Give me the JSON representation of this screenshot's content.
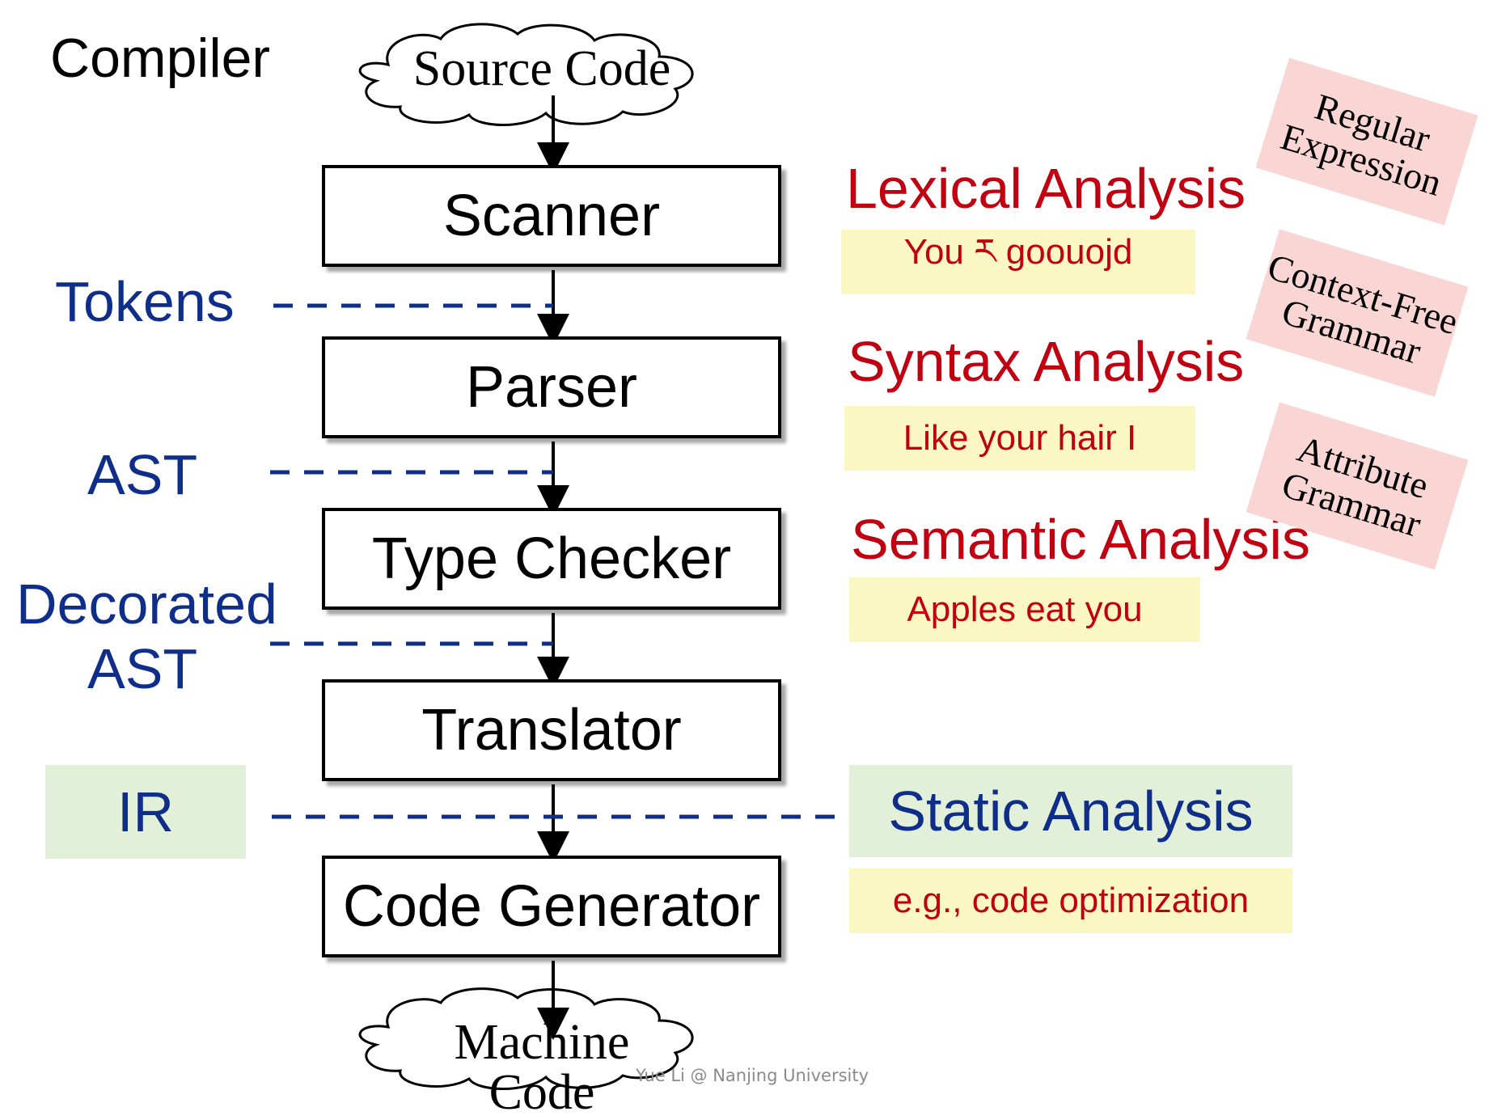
{
  "title": "Compiler",
  "source": "Source Code",
  "output": "Machine Code",
  "stages": [
    "Scanner",
    "Parser",
    "Type Checker",
    "Translator",
    "Code Generator"
  ],
  "intermediates": {
    "tokens": "Tokens",
    "ast": "AST",
    "decorated_ast_line1": "Decorated",
    "decorated_ast_line2": "AST",
    "ir": "IR"
  },
  "analyses": [
    {
      "name": "Lexical Analysis",
      "example": "You ར goouojd"
    },
    {
      "name": "Syntax Analysis",
      "example": "Like your hair I"
    },
    {
      "name": "Semantic Analysis",
      "example": "Apples eat you"
    }
  ],
  "static_analysis": {
    "name": "Static Analysis",
    "example": "e.g., code optimization"
  },
  "theory_notes": [
    {
      "line1": "Regular",
      "line2": "Expression"
    },
    {
      "line1": "Context-Free",
      "line2": "Grammar"
    },
    {
      "line1": "Attribute",
      "line2": "Grammar"
    }
  ],
  "credit": "Yue Li @ Nanjing University",
  "colors": {
    "analysis_red": "#c00010",
    "ir_blue": "#0e2e8a",
    "example_bg": "#fbf7c2",
    "theory_bg": "#f9d6d3",
    "static_bg": "#e3f0d9"
  }
}
